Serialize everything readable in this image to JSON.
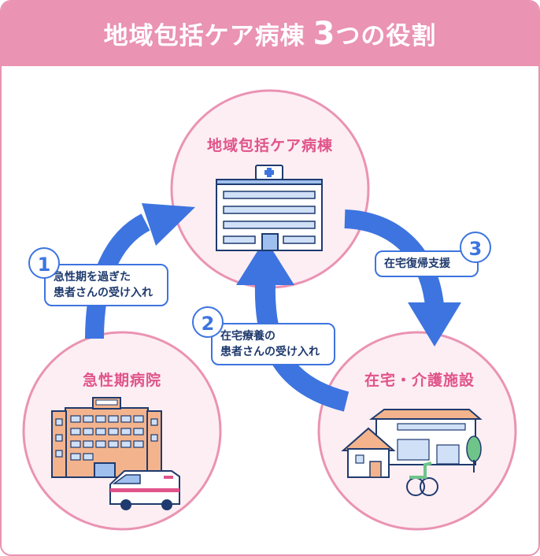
{
  "header": {
    "title": "地域包括ケア病棟",
    "count": "3",
    "suffix": "つの役割"
  },
  "nodes": {
    "ward": "地域包括ケア病棟",
    "acute": "急性期病院",
    "home": "在宅・介護施設"
  },
  "steps": [
    {
      "number": "1",
      "line1": "急性期を過ぎた",
      "line2": "患者さんの受け入れ"
    },
    {
      "number": "2",
      "line1": "在宅療養の",
      "line2": "患者さんの受け入れ"
    },
    {
      "number": "3",
      "line1": "在宅復帰支援"
    }
  ],
  "colors": {
    "pink": "#ea93b3",
    "circle": "#fdeef3",
    "arrow": "#3d74e0",
    "label": "#e0548a"
  }
}
